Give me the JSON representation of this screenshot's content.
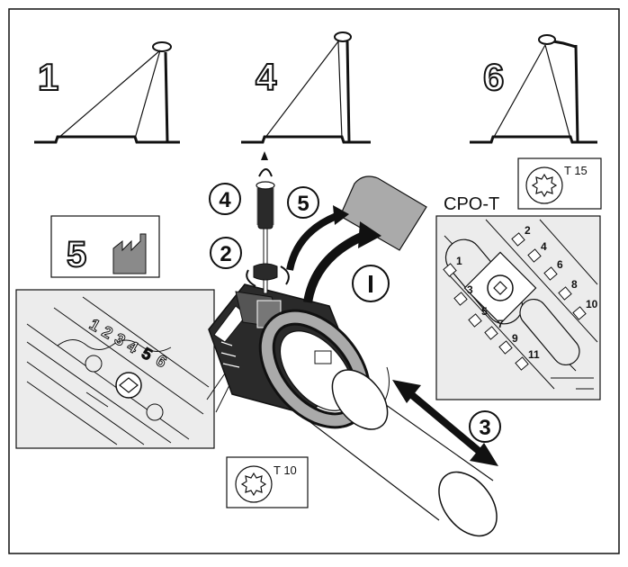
{
  "beam_diagrams": [
    {
      "label": "1"
    },
    {
      "label": "4"
    },
    {
      "label": "6"
    }
  ],
  "step_badges": {
    "rotate_housing": "I",
    "adjust_screw": "2",
    "slide_bracket": "3",
    "tighten_screw": "4",
    "close_cover": "5"
  },
  "factory_setting": {
    "label": "5"
  },
  "torx_tools": {
    "large": "T 15",
    "small": "T 10"
  },
  "cpo_panel": {
    "title": "CPO-T",
    "position_labels": [
      "1",
      "2",
      "3",
      "4",
      "5",
      "6",
      "7",
      "8",
      "9",
      "10",
      "11"
    ]
  },
  "detail_scale": {
    "labels": [
      "1",
      "2",
      "3",
      "4",
      "5",
      "6"
    ],
    "selected": "5"
  },
  "colors": {
    "line": "#111111",
    "panel_bg": "#ececec",
    "shade": "#999999",
    "factory_icon": "#8a8a8a",
    "dark": "#2a2a2a"
  }
}
